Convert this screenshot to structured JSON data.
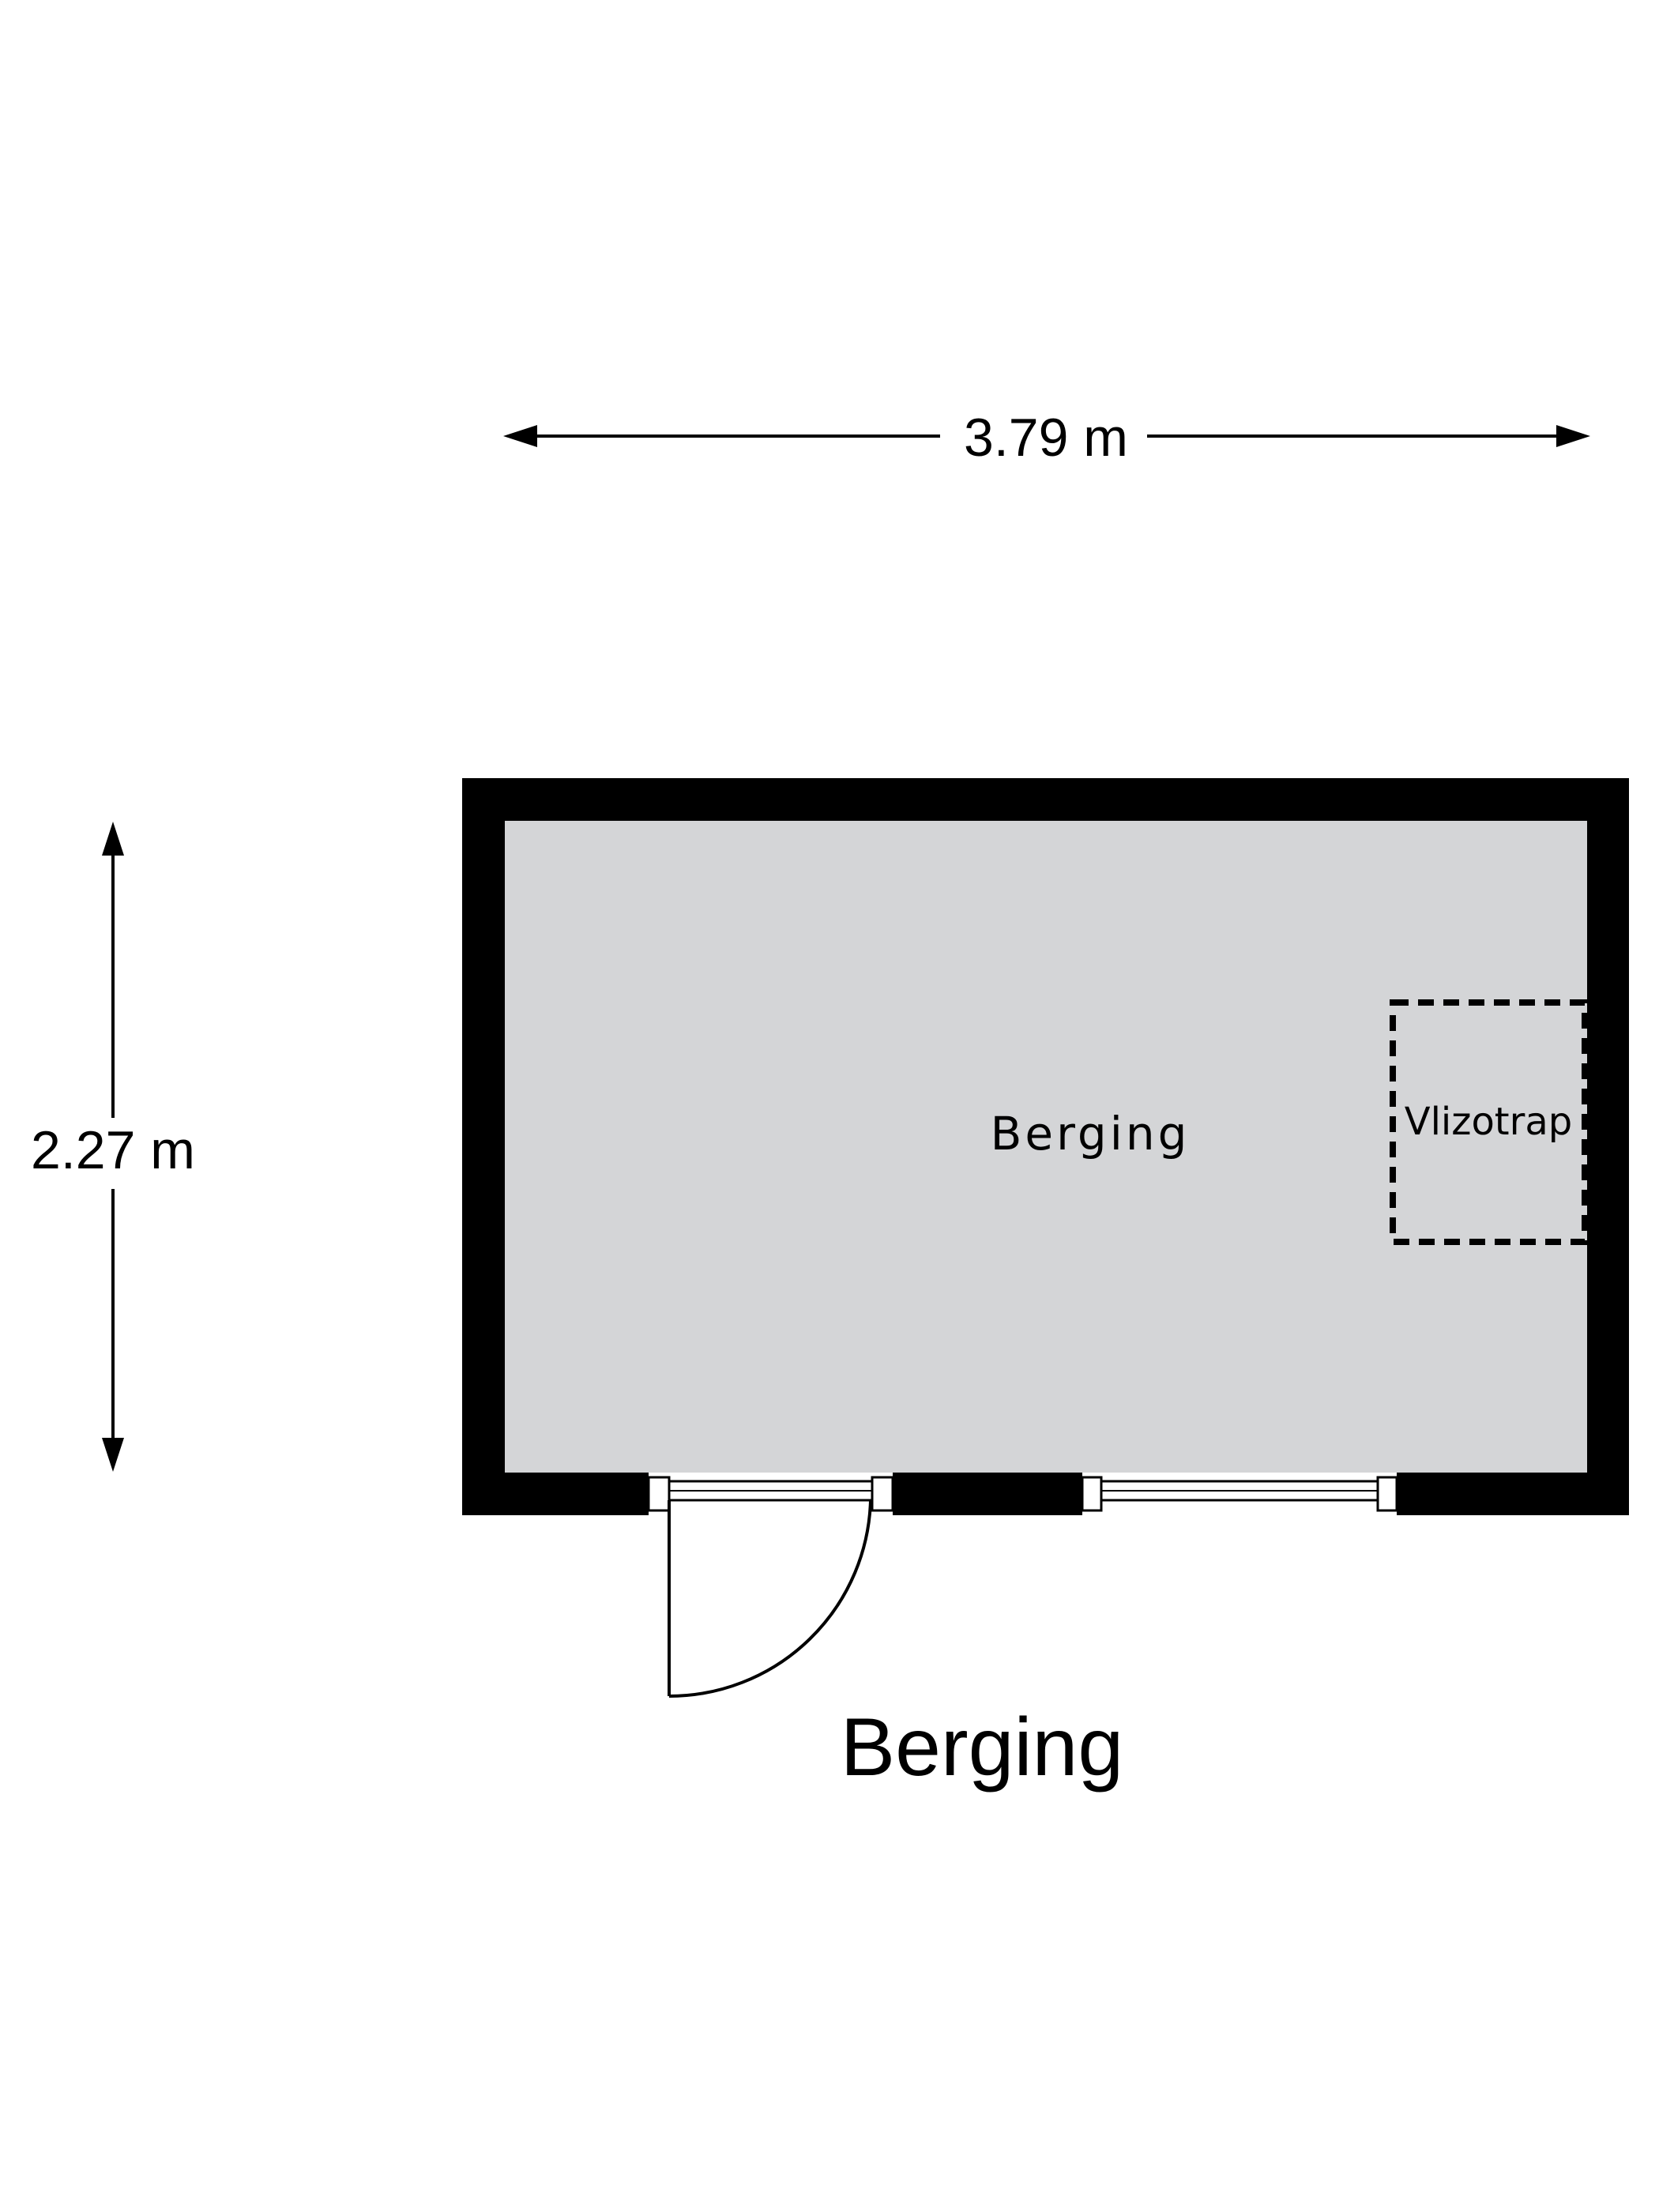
{
  "plan": {
    "title": "Berging",
    "width_label": "3.79 m",
    "height_label": "2.27 m"
  },
  "rooms": [
    {
      "name": "Berging"
    }
  ],
  "features": [
    {
      "name": "Vlizotrap",
      "style": "dashed"
    }
  ],
  "colors": {
    "wall": "#000000",
    "floor": "#d4d5d7",
    "background": "#ffffff"
  }
}
